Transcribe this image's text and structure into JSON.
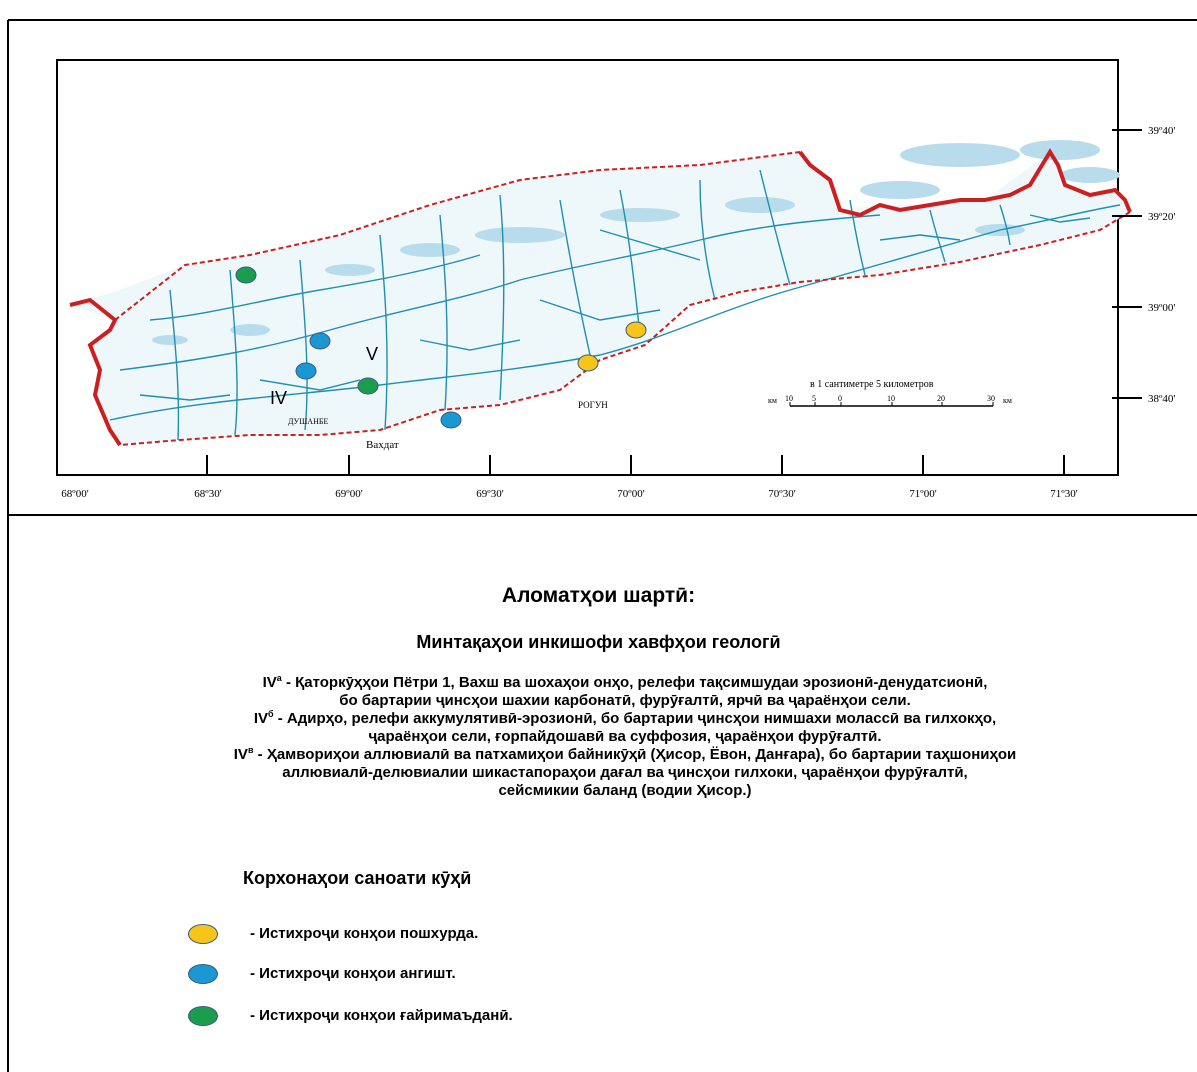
{
  "map": {
    "lon_ticks": [
      "68º00'",
      "68º30'",
      "69º00'",
      "69º30'",
      "70º00'",
      "70º30'",
      "71º00'",
      "71º30'"
    ],
    "lat_ticks": [
      "39º40'",
      "39º20'",
      "39º00'",
      "38º40'"
    ],
    "scale_title": "в 1 сантиметре 5 километров",
    "scale_unit_left": "км",
    "scale_unit_right": "км",
    "scale_numbers": [
      "10",
      "5",
      "0",
      "10",
      "20",
      "30"
    ],
    "zone_labels": [
      "IV",
      "V"
    ],
    "town_labels": [
      "Вахдат",
      "РОГУН",
      "ДУШАНБЕ"
    ],
    "colors": {
      "river": "#1f8fb0",
      "glacier": "#b9dced",
      "boundary": "#cc1f1f",
      "frame": "#000000"
    }
  },
  "legend": {
    "heading": "Аломатҳои шартӣ:",
    "subheading": "Минтақаҳои инкишофи хавфҳои геологӣ",
    "items": [
      {
        "zone": "IV",
        "sup": "а",
        "lines": [
          "- Қаторкӯҳҳои Пётри 1, Вахш ва шохаҳои онҳо, релефи тақсимшудаи эрозионӣ-денудатсионӣ,",
          "бо бартарии ҷинсҳои шахии карбонатӣ, фурӯғалтӣ, ярчӣ ва ҷараёнҳои сели."
        ]
      },
      {
        "zone": "IV",
        "sup": "б",
        "lines": [
          "- Адирҳо, релефи аккумулятивӣ-эрозионӣ, бо бартарии ҷинсҳои нимшахи молассӣ ва гилхокҳо,",
          "ҷараёнҳои сели, ғорпайдошавӣ ва суффозия, ҷараёнҳои фурӯғалтӣ."
        ]
      },
      {
        "zone": "IV",
        "sup": "в",
        "lines": [
          "- Ҳамвориҳои аллювиалӣ ва патхамиҳои байникӯҳӣ (Ҳисор, Ёвон, Данғара), бо бартарии таҳшониҳои",
          "аллювиалӣ-делювиалии шикастапораҳои дағал ва ҷинсҳои гилхоки, ҷараёнҳои фурӯғалтӣ,",
          "сейсмикии баланд (водии Ҳисор.)"
        ]
      }
    ],
    "industry_heading": "Корхонаҳои саноати кӯҳӣ",
    "symbols": [
      {
        "color": "#f7c51a",
        "label": "- Истихроҷи конҳои пошхурда."
      },
      {
        "color": "#1b97d4",
        "label": "- Истихроҷи конҳои ангишт."
      },
      {
        "color": "#1a9e4e",
        "label": "- Истихроҷи конҳои ғайримаъданӣ."
      }
    ]
  },
  "deposits": [
    {
      "type": "yellow"
    },
    {
      "type": "yellow"
    },
    {
      "type": "blue"
    },
    {
      "type": "blue"
    },
    {
      "type": "blue"
    },
    {
      "type": "green"
    },
    {
      "type": "green"
    }
  ]
}
